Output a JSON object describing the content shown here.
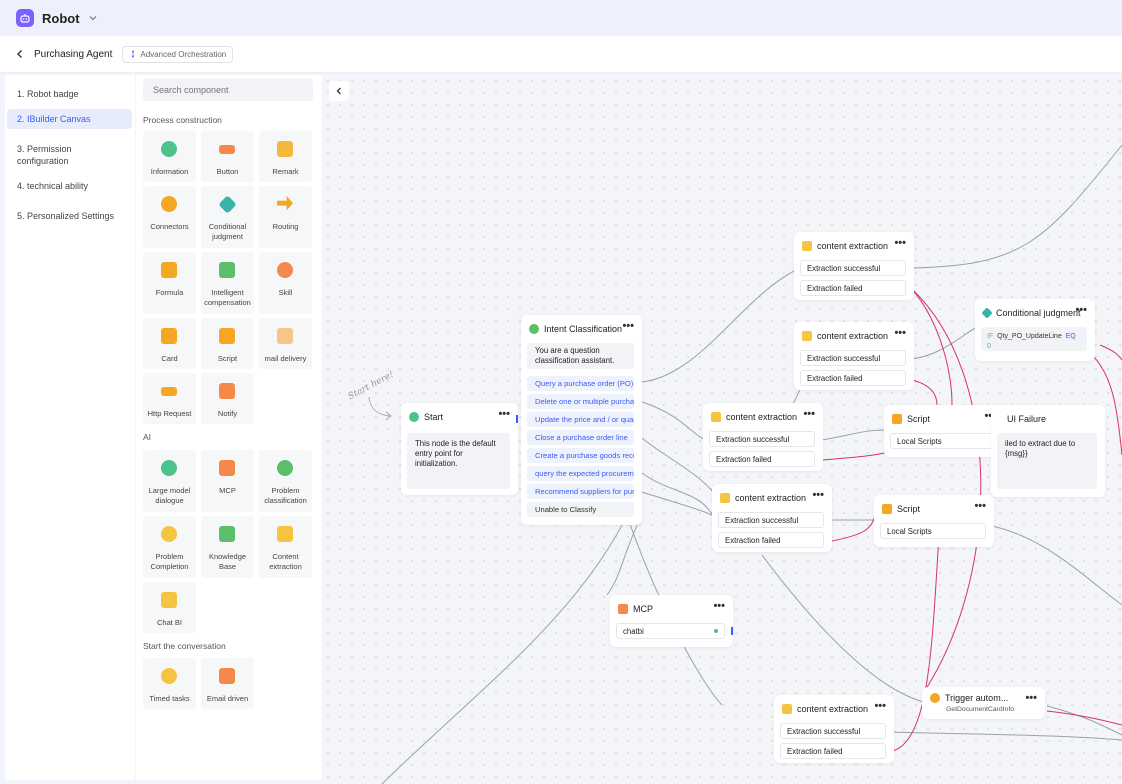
{
  "app": {
    "title": "Robot"
  },
  "header": {
    "agent_name": "Purchasing Agent",
    "mode_label": "Advanced Orchestration"
  },
  "steps": [
    "1. Robot badge",
    "2. IBuilder Canvas",
    "3. Permission configuration",
    "4. technical ability",
    "5. Personalized Settings"
  ],
  "panel": {
    "search_placeholder": "Search component",
    "sections": [
      "Process construction",
      "AI",
      "Start the conversation"
    ],
    "process": [
      "Information",
      "Button",
      "Remark",
      "Connectors",
      "Conditional judgment",
      "Routing",
      "Formula",
      "Intelligent compensation",
      "Skill",
      "Card",
      "Script",
      "mail delivery",
      "Http Request",
      "Notify"
    ],
    "ai": [
      "Large model dialogue",
      "MCP",
      "Problem classification",
      "Problem Completion",
      "Knowledge Base",
      "Content extraction",
      "Chat BI"
    ],
    "conversation": [
      "Timed tasks",
      "Email driven"
    ]
  },
  "canvas": {
    "start_hint": "Start here!",
    "start": {
      "title": "Start",
      "body": "This node is the default entry point for initialization."
    },
    "intent": {
      "title": "Intent Classification",
      "body": "You are a question classification assistant.",
      "options": [
        "Query a purchase order (PO)",
        "Delete one or multiple purchase",
        "Update the price and / or quantity",
        "Close a purchase order line",
        "Create a purchase goods receipt",
        "query the expected procurement",
        "Recommend suppliers for purchase",
        "Unable to Classify"
      ]
    },
    "ce_title": "content extraction",
    "ce_success": "Extraction successful",
    "ce_failed": "Extraction failed",
    "script_title": "Script",
    "script_local": "Local Scripts",
    "cond": {
      "title": "Conditional judgment",
      "expr_if": "IF",
      "expr_field": "Qty_PO_UpdateLine",
      "expr_op": "EQ",
      "expr_val": "0"
    },
    "ui_failure": {
      "title": "UI Failure",
      "body": "iled to extract due to {msg}}"
    },
    "mcp": {
      "title": "MCP",
      "tool": "chatbi"
    },
    "trigger": {
      "title": "Trigger autom...",
      "sub": "GetDocumentCardInfo"
    }
  },
  "colors": {
    "accent": "#3d5cf5",
    "fail_wire": "#d6336c",
    "wire": "#9aa0ad"
  }
}
